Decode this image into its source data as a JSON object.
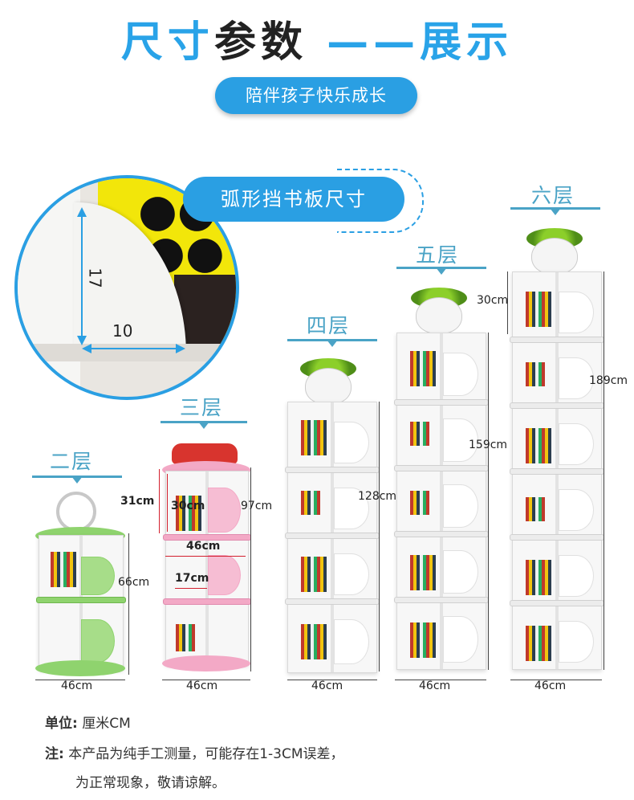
{
  "header": {
    "title_part1": "尺寸",
    "title_part2": "参数",
    "title_part3": "——展示",
    "subtitle": "陪伴孩子快乐成长"
  },
  "inset": {
    "callout": "弧形挡书板尺寸",
    "height_label": "17",
    "width_label": "10"
  },
  "tiers": {
    "two": "二层",
    "three": "三层",
    "four": "四层",
    "five": "五层",
    "six": "六层"
  },
  "dimensions": {
    "two_height": "66cm",
    "two_width": "46cm",
    "three_total": "97cm",
    "three_space": "31cm",
    "three_inner": "30cm",
    "three_board": "46cm",
    "three_depth": "17cm",
    "three_width": "46cm",
    "four_height": "128cm",
    "four_width": "46cm",
    "five_height": "159cm",
    "five_width": "46cm",
    "six_space": "30cm",
    "six_height": "189cm",
    "six_width": "46cm"
  },
  "footer": {
    "unit_label": "单位:",
    "unit_value": "厘米CM",
    "note_label": "注:",
    "note_line1": "本产品为纯手工测量，可能存在1-3CM误差，",
    "note_line2": "为正常现象，敬请谅解。"
  },
  "colors": {
    "accent": "#2a9fe3",
    "tier_label": "#4aa3c6",
    "green_shelf": "#8fd36e",
    "pink_shelf": "#f3a9c6",
    "dimension_red": "#d3202e"
  }
}
